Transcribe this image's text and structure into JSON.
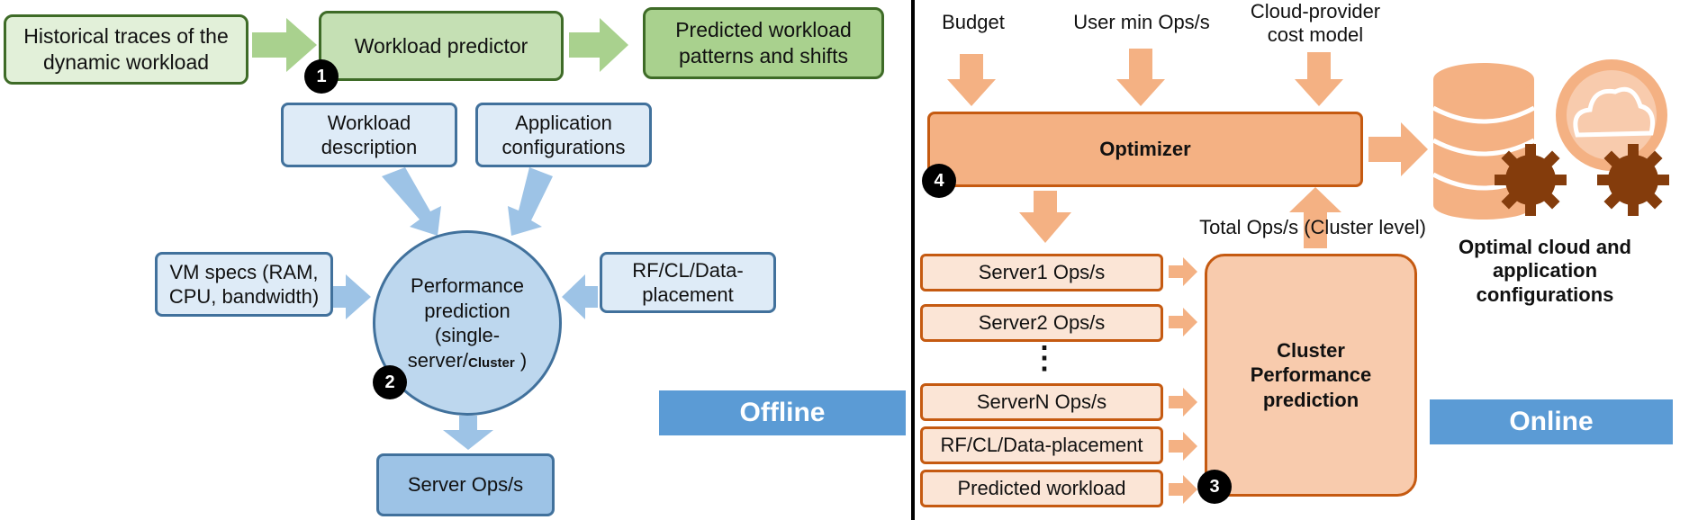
{
  "offline": {
    "historical_traces": "Historical traces of the dynamic workload",
    "workload_predictor": "Workload predictor",
    "predicted_patterns": "Predicted workload patterns and shifts",
    "workload_description": "Workload description",
    "application_configurations": "Application configurations",
    "vm_specs": "VM specs (RAM, CPU, bandwidth)",
    "rf_cl_placement": "RF/CL/Data-placement",
    "performance_prediction_main": "Performance prediction (single-server/",
    "performance_prediction_cluster": "Cluster",
    "performance_prediction_close": " )",
    "server_ops": "Server Ops/s",
    "banner": "Offline"
  },
  "online": {
    "budget": "Budget",
    "user_min_ops": "User min Ops/s",
    "cost_model": "Cloud-provider cost model",
    "optimizer": "Optimizer",
    "total_ops": "Total Ops/s (Cluster level)",
    "server1": "Server1 Ops/s",
    "server2": "Server2 Ops/s",
    "ellipsis": "⋮",
    "serverN": "ServerN Ops/s",
    "rf_cl_placement": "RF/CL/Data-placement",
    "predicted_workload": "Predicted workload",
    "cluster_perf": "Cluster Performance prediction",
    "optimal_configs": "Optimal cloud and application configurations",
    "banner": "Online"
  },
  "badges": [
    "1",
    "2",
    "3",
    "4"
  ],
  "colors": {
    "green_arrow": "#a9d18e",
    "blue_arrow": "#9dc3e6",
    "orange_arrow": "#f4b183",
    "database": "#f4b183",
    "gear": "#843c0c",
    "banner": "#5b9bd5"
  },
  "icons": [
    "database-icon",
    "cloud-icon",
    "gear-icon"
  ]
}
